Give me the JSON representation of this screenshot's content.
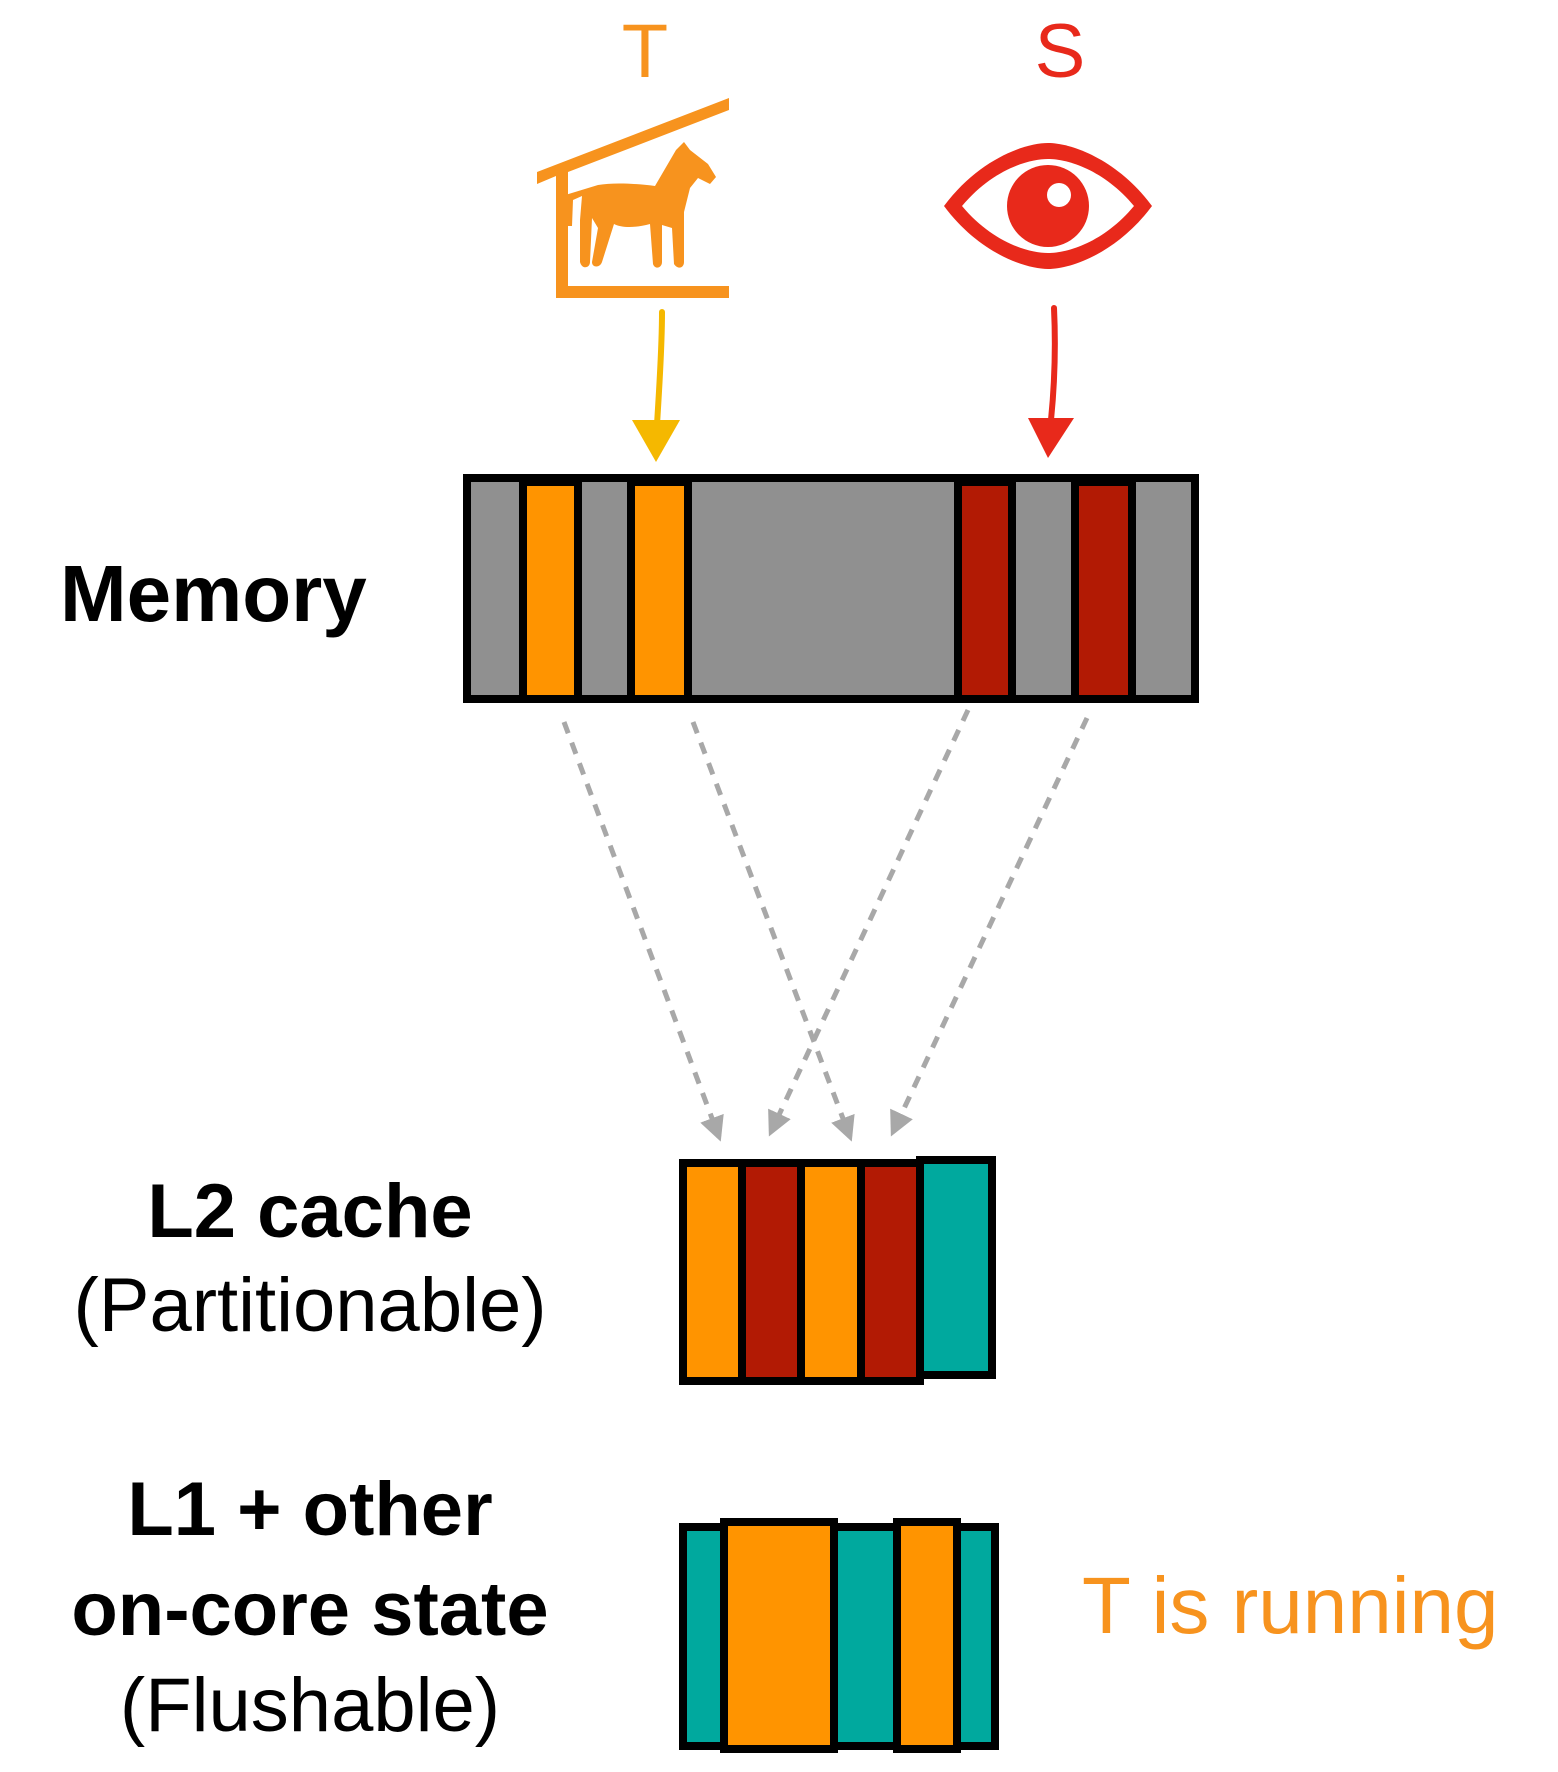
{
  "actors": {
    "trojan": {
      "letter": "T",
      "color": "#f7931e",
      "icon": "horse-in-stable-icon"
    },
    "spy": {
      "letter": "S",
      "color": "#e8291b",
      "icon": "eye-icon"
    }
  },
  "levels": {
    "memory": {
      "title": "Memory"
    },
    "l2": {
      "title": "L2 cache",
      "subtitle": "(Partitionable)"
    },
    "l1": {
      "title_line1": "L1 + other",
      "title_line2": "on-core state",
      "subtitle": "(Flushable)"
    }
  },
  "status": {
    "text": "T is running",
    "color": "#f7931e"
  },
  "colors": {
    "trojan_block": "#ff9400",
    "spy_block": "#b21a04",
    "memory_fill": "#909090",
    "other_block": "#00a99e",
    "arrow_trojan": "#f5b800",
    "arrow_spy": "#e8291b",
    "mapping_arrow": "#a8a8a8"
  }
}
